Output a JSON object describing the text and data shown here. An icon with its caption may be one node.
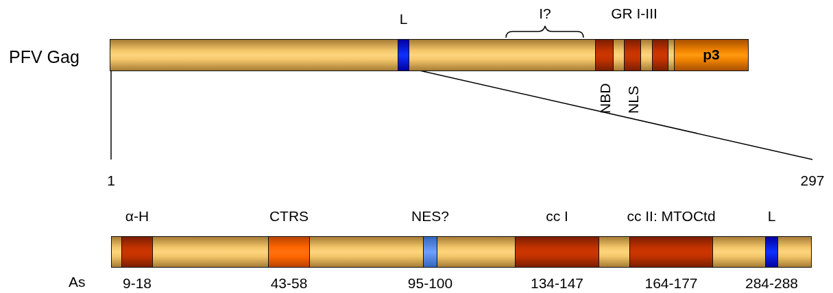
{
  "diagram": {
    "nodes": [
      {
        "text": [],
        "shape": "bar",
        "beside": [
          "PFV Gag"
        ]
      },
      {
        "text": [
          "L"
        ],
        "in": 0
      },
      {
        "text": [
          "NBD"
        ],
        "in": 0
      },
      {
        "text": [
          "NLS"
        ],
        "in": 0
      },
      {
        "text": [],
        "shape": "bar",
        "in": 0
      },
      {
        "text": [
          "p3"
        ],
        "in": 0
      },
      {
        "text": [],
        "shape": "bar"
      },
      {
        "text": [
          "α-H"
        ],
        "in": 6,
        "beside": [
          "9-18"
        ]
      },
      {
        "text": [
          "CTRS"
        ],
        "in": 6,
        "beside": [
          "43-58"
        ]
      },
      {
        "text": [
          "NES?"
        ],
        "in": 6,
        "beside": [
          "95-100"
        ]
      },
      {
        "text": [
          "cc I"
        ],
        "in": 6,
        "beside": [
          "134-147"
        ]
      },
      {
        "text": [
          "cc II: MTOCtd"
        ],
        "in": 6,
        "beside": [
          "164-177"
        ]
      },
      {
        "text": [
          "L"
        ],
        "in": 6,
        "beside": [
          "284-288"
        ]
      }
    ],
    "edges": [],
    "labels": [
      "I?",
      "GR I-III",
      "1",
      "297",
      "As"
    ]
  }
}
